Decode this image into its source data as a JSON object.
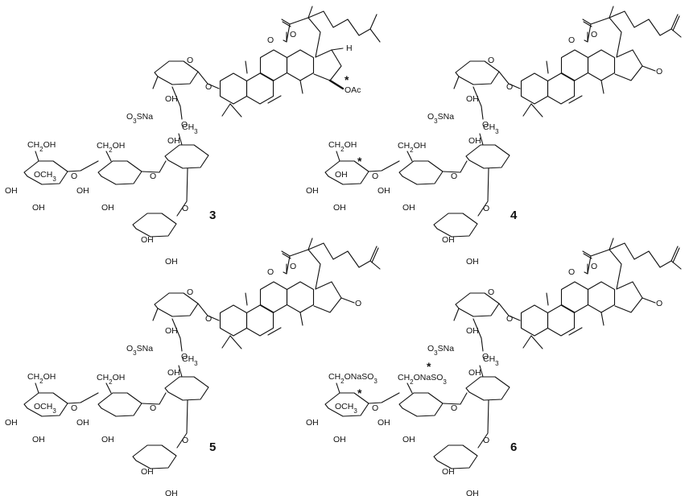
{
  "figure": {
    "compounds": [
      {
        "number": "3",
        "tail_alkene": false,
        "ring_oac": true,
        "ring_ketone": false,
        "labels": {
          "so3na": "O3SNa",
          "oh_xyl": "OH",
          "ch2oh_a": "CH2OH",
          "ch2oh_b": "CH2OH",
          "ch3_qui": "CH3",
          "och3": "OCH3",
          "oh_a1": "OH",
          "oh_a2": "OH",
          "oh_b1": "OH",
          "oh_b2": "OH",
          "oh_c": "OH",
          "oh_d1": "OH",
          "oh_d2": "OH",
          "o_link1": "O",
          "o_link2": "O",
          "o_link3": "O",
          "o_link4": "O",
          "o_link5": "O",
          "ring_o": "O",
          "hydrogen": "H",
          "oac": "OAc"
        },
        "asterisks": [
          "*"
        ]
      },
      {
        "number": "4",
        "tail_alkene": true,
        "ring_oac": false,
        "ring_ketone": true,
        "labels": {
          "so3na": "O3SNa",
          "oh_xyl": "OH",
          "ch2oh_a": "CH2OH",
          "ch2oh_b": "CH2OH",
          "ch3_qui": "CH3",
          "och3": "OH",
          "oh_a1": "OH",
          "oh_a2": "OH",
          "oh_b1": "OH",
          "oh_b2": "OH",
          "oh_c": "OH",
          "oh_d1": "OH",
          "oh_d2": "OH",
          "o_link1": "O",
          "o_link2": "O",
          "o_link3": "O",
          "o_link4": "O",
          "o_link5": "O",
          "ring_o": "O",
          "ketone_o": "O"
        },
        "asterisks": [
          "*"
        ]
      },
      {
        "number": "5",
        "tail_alkene": true,
        "ring_oac": false,
        "ring_ketone": true,
        "labels": {
          "so3na": "O3SNa",
          "oh_xyl": "OH",
          "ch2oh_a": "CH2OH",
          "ch2oh_b": "CH2OH",
          "ch3_qui": "CH3",
          "och3": "OCH3",
          "oh_a1": "OH",
          "oh_a2": "OH",
          "oh_b1": "OH",
          "oh_b2": "OH",
          "oh_c": "OH",
          "oh_d1": "OH",
          "oh_d2": "OH",
          "o_link1": "O",
          "o_link2": "O",
          "o_link3": "O",
          "o_link4": "O",
          "o_link5": "O",
          "ring_o": "O",
          "ketone_o": "O"
        },
        "asterisks": []
      },
      {
        "number": "6",
        "tail_alkene": true,
        "ring_oac": false,
        "ring_ketone": true,
        "labels": {
          "so3na": "O3SNa",
          "oh_xyl": "OH",
          "ch2oh_a": "CH2ONaSO3",
          "ch2oh_b": "CH2ONaSO3",
          "ch3_qui": "CH3",
          "och3": "OCH3",
          "oh_a1": "OH",
          "oh_a2": "OH",
          "oh_b1": "OH",
          "oh_b2": "OH",
          "oh_c": "OH",
          "oh_d1": "OH",
          "oh_d2": "OH",
          "o_link1": "O",
          "o_link2": "O",
          "o_link3": "O",
          "o_link4": "O",
          "o_link5": "O",
          "ring_o": "O",
          "ketone_o": "O"
        },
        "asterisks": [
          "*",
          "*"
        ]
      }
    ]
  },
  "colors": {
    "ink": "#111111",
    "background": "#ffffff"
  }
}
